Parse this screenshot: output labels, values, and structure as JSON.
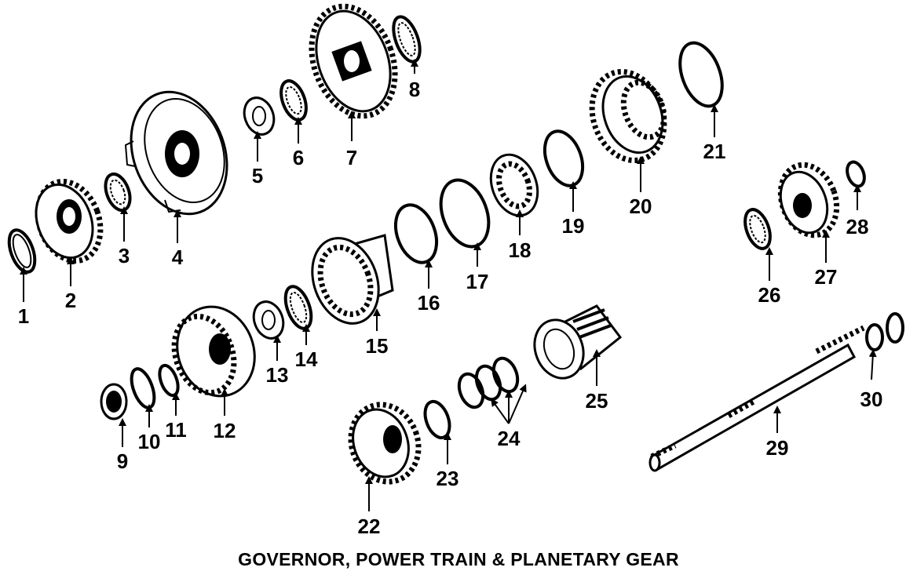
{
  "caption": "GOVERNOR, POWER TRAIN & PLANETARY GEAR",
  "callouts": [
    "1",
    "2",
    "3",
    "4",
    "5",
    "6",
    "7",
    "8",
    "9",
    "10",
    "11",
    "12",
    "13",
    "14",
    "15",
    "16",
    "17",
    "18",
    "19",
    "20",
    "21",
    "22",
    "23",
    "24",
    "25",
    "26",
    "27",
    "28",
    "29",
    "30"
  ]
}
